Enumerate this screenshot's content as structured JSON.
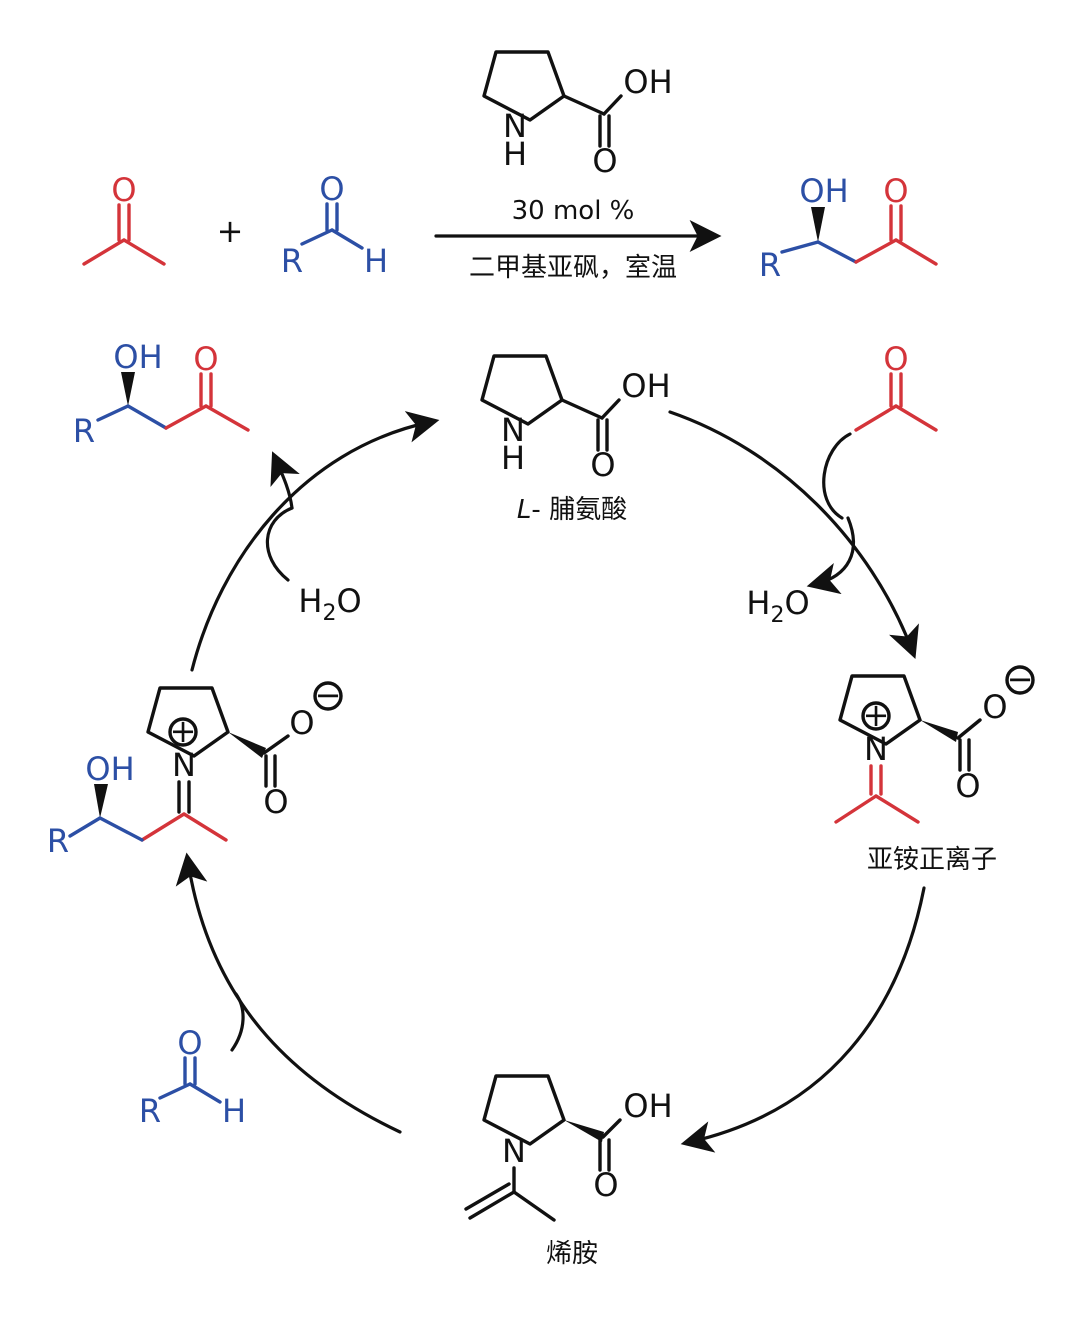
{
  "atoms": {
    "O": "O",
    "OH": "OH",
    "N": "N",
    "NH_H": "H",
    "H": "H",
    "R": "R",
    "plus_sign": "+",
    "positive_charge": "+",
    "negative_charge": "−"
  },
  "reaction": {
    "condition_top": "30 mol %",
    "condition_bottom": "二甲基亚砜，室温"
  },
  "water": {
    "H": "H",
    "sub": "2",
    "O": "O"
  },
  "names": {
    "proline_prefix": "L",
    "proline_rest": "- 脯氨酸",
    "iminium": "亚铵正离子",
    "enamine": "烯胺"
  },
  "colors": {
    "acetone": "#d4343a",
    "aldehyde": "#2c4fa5",
    "catalyst": "#111111"
  }
}
